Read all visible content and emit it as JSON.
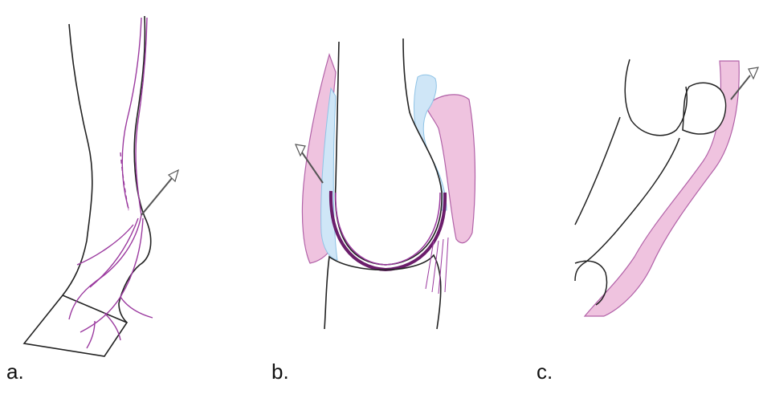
{
  "panels": [
    {
      "label": "a."
    },
    {
      "label": "b."
    },
    {
      "label": "c."
    }
  ],
  "colors": {
    "outline": "#222222",
    "nerve": "#9b3a9f",
    "bursa_pink": "#efc3df",
    "pink_edge": "#b262a8",
    "synovial_blue": "#cfe6f7",
    "blue_edge": "#8fc3e6",
    "cartilage_dark": "#6b1d6b",
    "needle": "#666666"
  }
}
